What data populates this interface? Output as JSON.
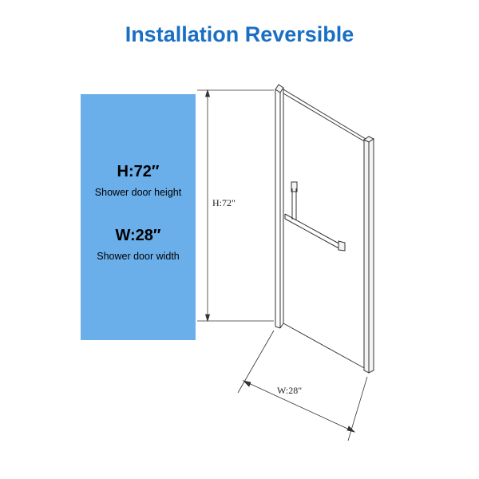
{
  "title": "Installation Reversible",
  "colors": {
    "title": "#1a6fc4",
    "panel": "#6aaeea",
    "line": "#333333"
  },
  "panel": {
    "height_value": "H:72″",
    "height_caption": "Shower door height",
    "width_value": "W:28″",
    "width_caption": "Shower door width"
  },
  "drawing": {
    "height_label": "H:72\"",
    "width_label": "W:28\""
  }
}
